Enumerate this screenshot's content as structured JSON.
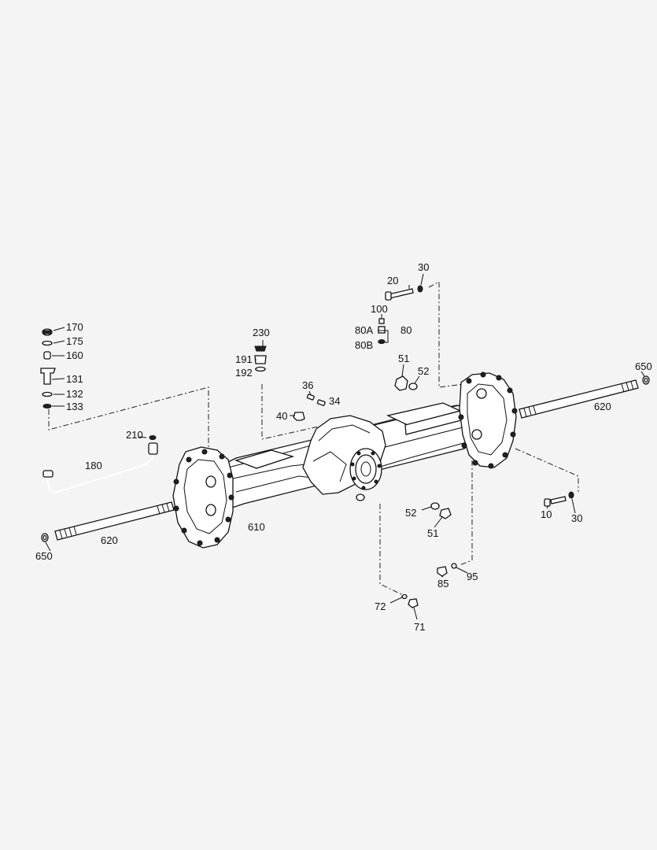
{
  "callouts": {
    "c170": "170",
    "c175": "175",
    "c160": "160",
    "c131": "131",
    "c132": "132",
    "c133": "133",
    "c210": "210",
    "c180": "180",
    "c620_left": "620",
    "c650_left": "650",
    "c610": "610",
    "c230": "230",
    "c191": "191",
    "c192": "192",
    "c36": "36",
    "c34": "34",
    "c40": "40",
    "c20": "20",
    "c30_top": "30",
    "c100": "100",
    "c80A": "80A",
    "c80": "80",
    "c80B": "80B",
    "c51_top": "51",
    "c52_top": "52",
    "c650_right": "650",
    "c620_right": "620",
    "c52_mid": "52",
    "c51_mid": "51",
    "c10": "10",
    "c30_right": "30",
    "c85": "85",
    "c95": "95",
    "c72": "72",
    "c71": "71"
  }
}
